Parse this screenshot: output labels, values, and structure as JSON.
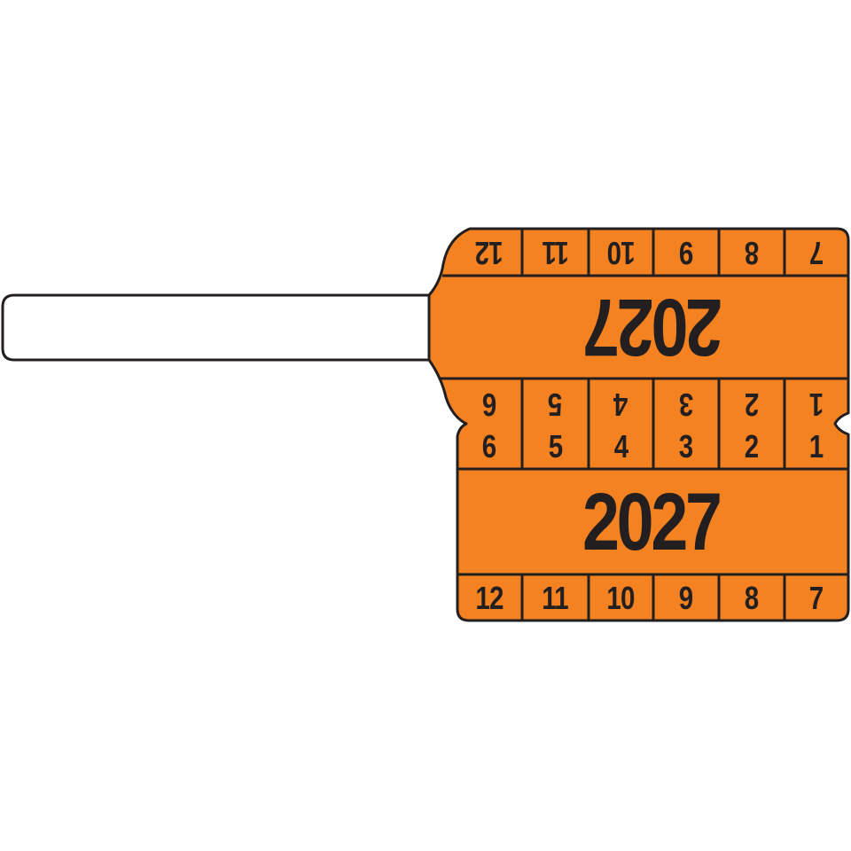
{
  "tag": {
    "colors": {
      "tag_fill": "#F58220",
      "outline": "#231F20",
      "text": "#231F20",
      "strip_fill": "#FFFFFF"
    },
    "top_year_inverted": "2027",
    "bottom_year": "2027",
    "top_months_inverted": [
      "12",
      "11",
      "10",
      "9",
      "8",
      "7"
    ],
    "middle_months_inverted": [
      "6",
      "5",
      "4",
      "3",
      "2",
      "1"
    ],
    "middle_months": [
      "6",
      "5",
      "4",
      "3",
      "2",
      "1"
    ],
    "bottom_months": [
      "12",
      "11",
      "10",
      "9",
      "8",
      "7"
    ]
  }
}
